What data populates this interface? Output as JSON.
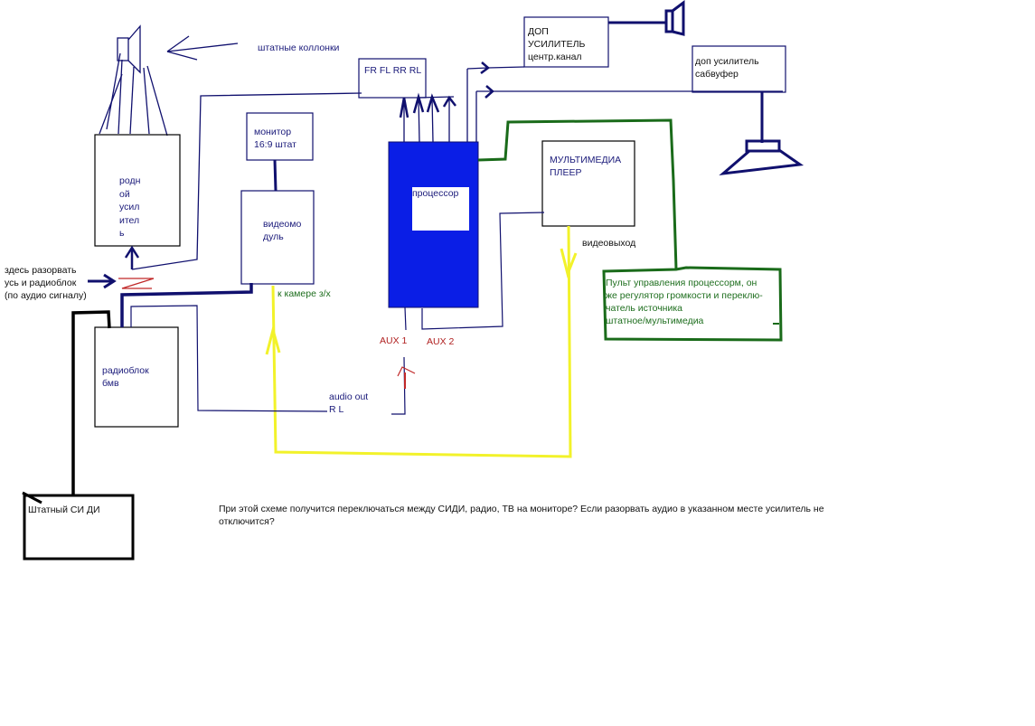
{
  "colors": {
    "wire": "#10106e",
    "processor": "#0a1ee6",
    "yellow": "#f2f22a",
    "green": "#1a6b1a",
    "red": "#c02828",
    "black": "#000000"
  },
  "labels": {
    "stock_speakers": "штатные коллонки",
    "stock_amp": "родн\nой\nусил\nител\nь",
    "break_here": "здесь разорвать\nусь и радиоблок\n(по аудио сигналу)",
    "monitor": "монитор\n16:9 штат",
    "video_module": "видеомо\nдуль",
    "to_camera": "к камере з/х",
    "channels": "FR FL RR RL",
    "processor": "процессор",
    "extra_amp_center": "ДОП\nУСИЛИТЕЛЬ\nцентр.канал",
    "extra_amp_sub": "доп усилитель\nсабвуфер",
    "multimedia_player": "МУЛЬТИМЕДИА\nПЛЕЕР",
    "video_out": "видеовыход",
    "control_panel": "Пульт управления процессорм, он\nже регулятор громкости и переклю-\nчатель источника\nштатное/мультимедиа",
    "radio_unit": "радиоблок\nбмв",
    "aux1": "AUX 1",
    "aux2": "AUX 2",
    "audio_out": "audio out\nR   L",
    "stock_cd": "Штатный СИ ДИ",
    "question": "При этой схеме получится переключаться между СИДИ, радио, ТВ на мониторе? Если разорвать аудио в указанном месте усилитель не\nотключится?"
  }
}
